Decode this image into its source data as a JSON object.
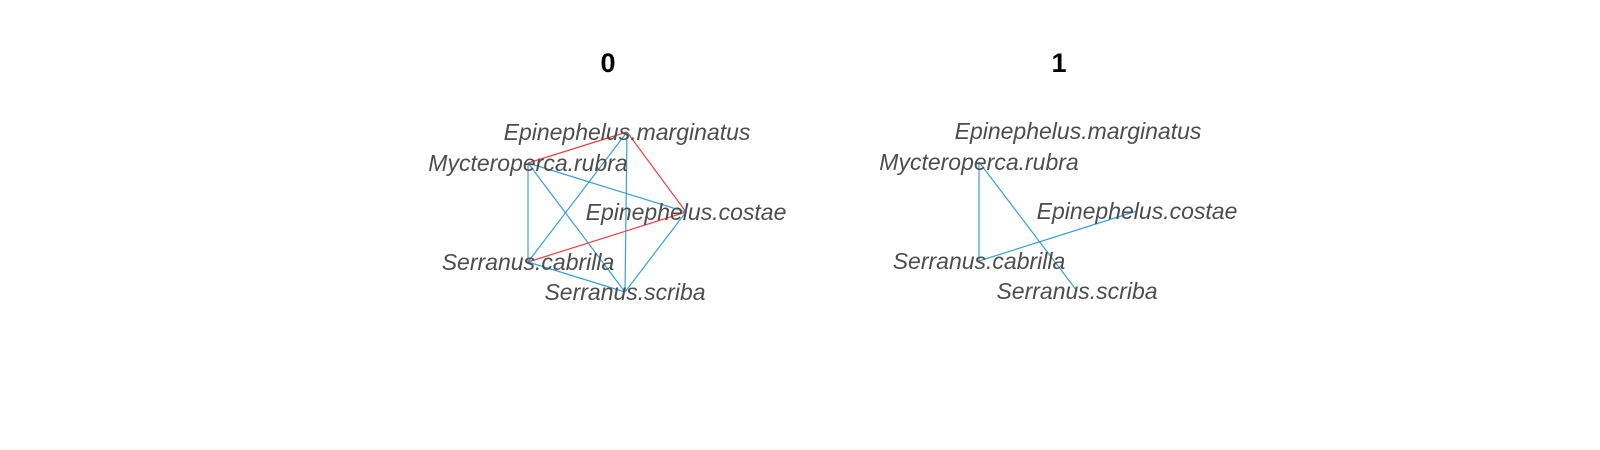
{
  "colors": {
    "positive": "#3a9fd8",
    "negative": "#e8423f",
    "label": "#4d4d4d",
    "title": "#000000"
  },
  "panels": [
    {
      "title": "0",
      "nodes": [
        "Epinephelus.marginatus",
        "Mycteroperca.rubra",
        "Epinephelus.costae",
        "Serranus.cabrilla",
        "Serranus.scriba"
      ],
      "edges": [
        {
          "from": "Mycteroperca.rubra",
          "to": "Epinephelus.marginatus",
          "sign": "negative"
        },
        {
          "from": "Epinephelus.marginatus",
          "to": "Epinephelus.costae",
          "sign": "negative"
        },
        {
          "from": "Serranus.cabrilla",
          "to": "Epinephelus.costae",
          "sign": "negative"
        },
        {
          "from": "Epinephelus.marginatus",
          "to": "Serranus.scriba",
          "sign": "positive"
        },
        {
          "from": "Epinephelus.marginatus",
          "to": "Serranus.cabrilla",
          "sign": "positive"
        },
        {
          "from": "Mycteroperca.rubra",
          "to": "Serranus.cabrilla",
          "sign": "positive"
        },
        {
          "from": "Mycteroperca.rubra",
          "to": "Serranus.scriba",
          "sign": "positive"
        },
        {
          "from": "Mycteroperca.rubra",
          "to": "Epinephelus.costae",
          "sign": "positive"
        },
        {
          "from": "Epinephelus.costae",
          "to": "Serranus.scriba",
          "sign": "positive"
        },
        {
          "from": "Serranus.cabrilla",
          "to": "Serranus.scriba",
          "sign": "positive"
        }
      ]
    },
    {
      "title": "1",
      "nodes": [
        "Epinephelus.marginatus",
        "Mycteroperca.rubra",
        "Epinephelus.costae",
        "Serranus.cabrilla",
        "Serranus.scriba"
      ],
      "edges": [
        {
          "from": "Mycteroperca.rubra",
          "to": "Serranus.cabrilla",
          "sign": "positive"
        },
        {
          "from": "Mycteroperca.rubra",
          "to": "Serranus.scriba",
          "sign": "positive"
        },
        {
          "from": "Serranus.cabrilla",
          "to": "Epinephelus.costae",
          "sign": "positive"
        }
      ]
    }
  ]
}
